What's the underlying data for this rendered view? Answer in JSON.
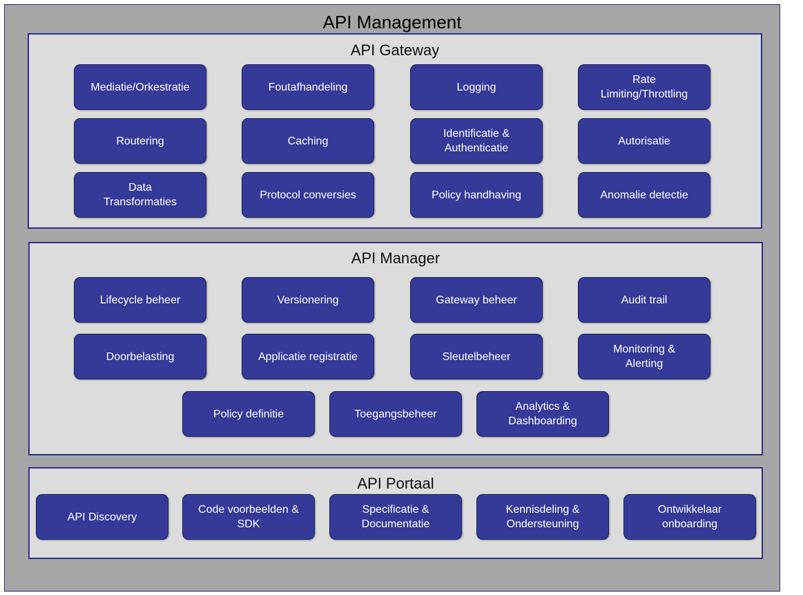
{
  "title": "API Management",
  "colors": {
    "outer_bg": "#a6a6a6",
    "panel_bg": "#dcdcdc",
    "box_bg": "#353a99",
    "panel_border": "#2e2e8a"
  },
  "gateway": {
    "title": "API Gateway",
    "items": [
      "Mediatie/Orkestratie",
      "Foutafhandeling",
      "Logging",
      "Rate\nLimiting/Throttling",
      "Routering",
      "Caching",
      "Identificatie &\nAuthenticatie",
      "Autorisatie",
      "Data\nTransformaties",
      "Protocol conversies",
      "Policy handhaving",
      "Anomalie detectie"
    ]
  },
  "manager": {
    "title": "API Manager",
    "items": [
      "Lifecycle beheer",
      "Versionering",
      "Gateway beheer",
      "Audit trail",
      "Doorbelasting",
      "Applicatie registratie",
      "Sleutelbeheer",
      "Monitoring &\nAlerting",
      "Policy definitie",
      "Toegangsbeheer",
      "Analytics &\nDashboarding"
    ]
  },
  "portal": {
    "title": "API Portaal",
    "items": [
      "API Discovery",
      "Code voorbeelden &\nSDK",
      "Specificatie &\nDocumentatie",
      "Kennisdeling &\nOndersteuning",
      "Ontwikkelaar\nonboarding"
    ]
  }
}
